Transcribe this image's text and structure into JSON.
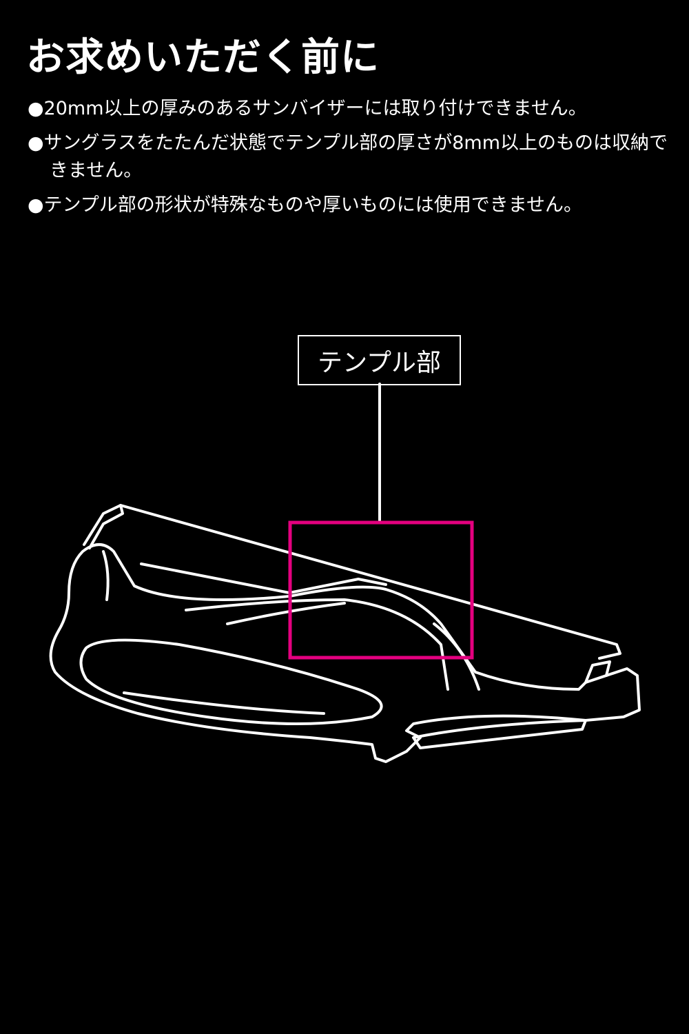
{
  "title": "お求めいただく前に",
  "notes": [
    "●20mm以上の厚みのあるサンバイザーには取り付けできません。",
    "●サングラスをたたんだ状態でテンプル部の厚さが8mm以上のものは収納できません。",
    "●テンプル部の形状が特殊なものや厚いものには使用できません。"
  ],
  "diagram": {
    "callout_label": "テンプル部",
    "highlight_color": "#e4007f",
    "line_color": "#ffffff"
  }
}
